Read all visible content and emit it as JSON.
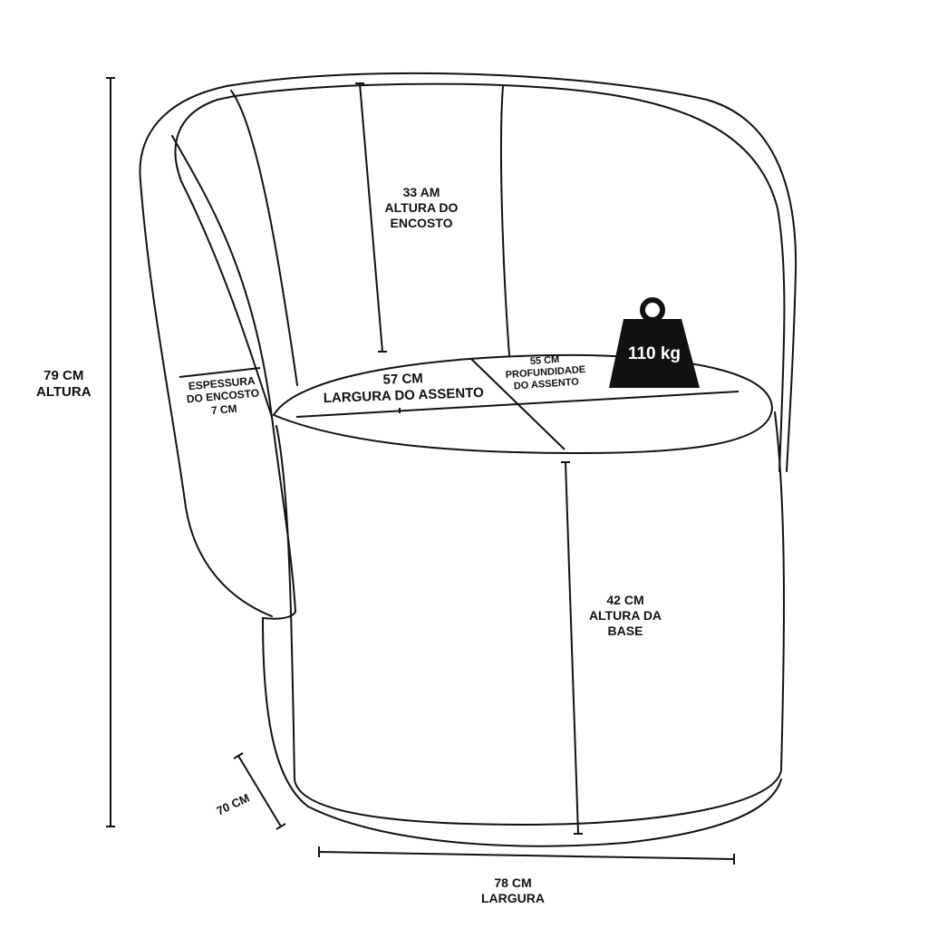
{
  "dimensions": {
    "total_height": {
      "value": "79 CM",
      "label": "ALTURA"
    },
    "backrest_height": {
      "value": "33 AM",
      "label_line1": "ALTURA DO",
      "label_line2": "ENCOSTO"
    },
    "backrest_thickness": {
      "label_line1": "ESPESSURA",
      "label_line2": "DO ENCOSTO",
      "value": "7 CM"
    },
    "seat_width": {
      "value": "57 CM",
      "label": "LARGURA DO ASSENTO"
    },
    "seat_depth": {
      "value": "55 CM",
      "label_line1": "PROFUNDIDADE",
      "label_line2": "DO ASSENTO"
    },
    "base_height": {
      "value": "42 CM",
      "label_line1": "ALTURA DA",
      "label_line2": "BASE"
    },
    "depth": {
      "value": "70 CM"
    },
    "width": {
      "value": "78 CM",
      "label": "LARGURA"
    }
  },
  "weight_capacity": {
    "value": "110 kg"
  }
}
